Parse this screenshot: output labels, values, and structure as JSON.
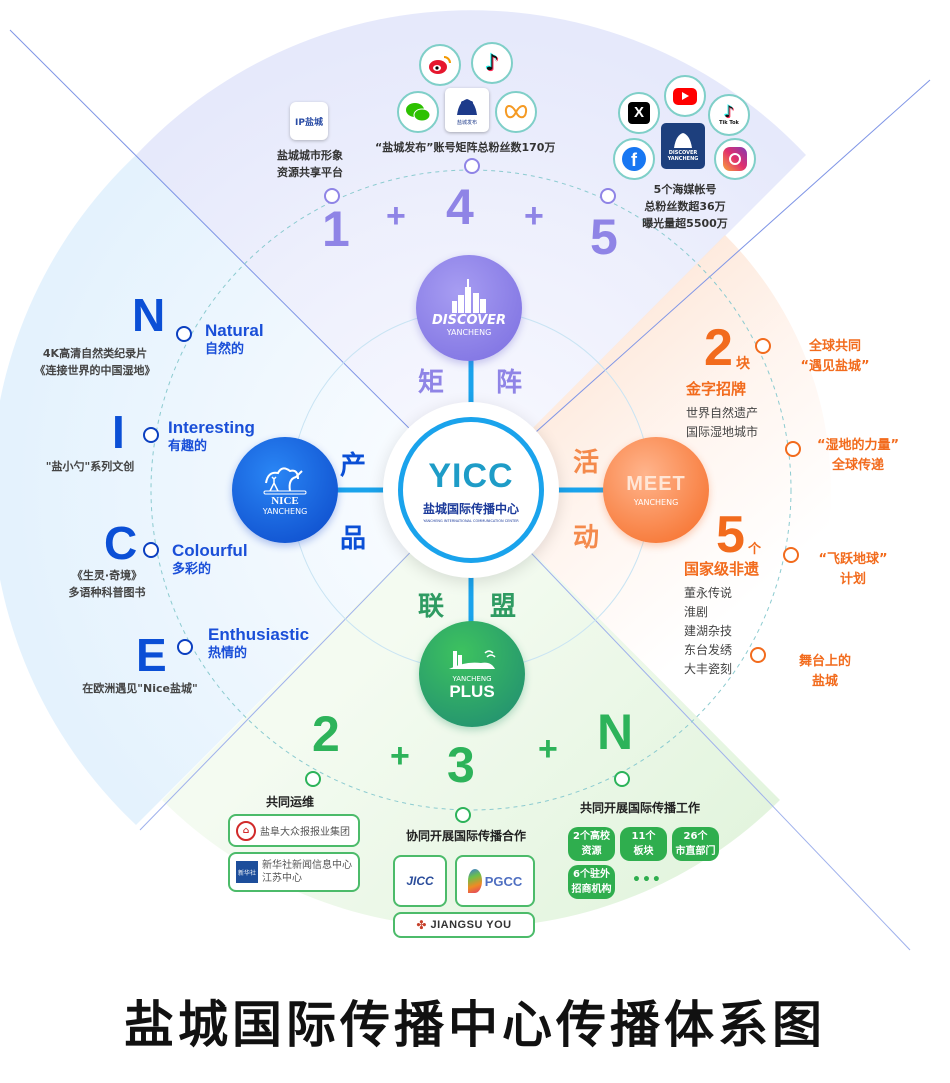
{
  "title": "盐城国际传播中心传播体系图",
  "center": {
    "logo": "YICC",
    "name_cn": "盐城国际传播中心",
    "name_en": "YANCHENG INTERNATIONAL COMMUNICATION CENTER"
  },
  "colors": {
    "matrix": "#8f84e6",
    "product": "#0b4fd6",
    "activity": "#f26b1d",
    "alliance": "#2db35a",
    "connector": "#1aa3ec"
  },
  "matrix": {
    "label_left": "矩",
    "label_right": "阵",
    "hub": {
      "line1": "DISCOVER",
      "line2": "YANCHENG"
    },
    "numbers": [
      "1",
      "+",
      "4",
      "+",
      "5"
    ],
    "item1": {
      "icon": "IP盐城",
      "text_line1": "盐城城市形象",
      "text_line2": "资源共享平台"
    },
    "item4": {
      "icons": [
        "weibo-icon",
        "douyin-icon",
        "wechat-icon",
        "yancheng-release-icon",
        "miniapp-icon"
      ],
      "center_icon_label": "盐城发布",
      "text": "“盐城发布”账号矩阵总粉丝数170万"
    },
    "item5": {
      "icons": [
        "x-icon",
        "youtube-icon",
        "tiktok-icon",
        "facebook-icon",
        "discover-yancheng-icon",
        "instagram-icon"
      ],
      "tiktok_label": "Tik Tok",
      "center_icon_label_1": "DISCOVER",
      "center_icon_label_2": "YANCHENG",
      "text_line1": "5个海媒帐号",
      "text_line2": "总粉丝数超36万",
      "text_line3": "曝光量超5500万"
    }
  },
  "product": {
    "label_top": "产",
    "label_bottom": "品",
    "hub": {
      "line1": "NICE",
      "line2": "YANCHENG"
    },
    "items": [
      {
        "letter": "N",
        "en": "Natural",
        "cn": "自然的",
        "desc_line1": "4K高清自然类纪录片",
        "desc_line2": "《连接世界的中国湿地》"
      },
      {
        "letter": "I",
        "en": "Interesting",
        "cn": "有趣的",
        "desc_line1": "\"盐小勺\"系列文创",
        "desc_line2": ""
      },
      {
        "letter": "C",
        "en": "Colourful",
        "cn": "多彩的",
        "desc_line1": "《生灵·奇境》",
        "desc_line2": "多语种科普图书"
      },
      {
        "letter": "E",
        "en": "Enthusiastic",
        "cn": "热情的",
        "desc_line1": "在欧洲遇见\"Nice盐城\"",
        "desc_line2": ""
      }
    ]
  },
  "activity": {
    "label_top": "活",
    "label_bottom": "动",
    "hub": {
      "line1": "MEET",
      "line2": "YANCHENG"
    },
    "block1": {
      "number": "2",
      "unit": "块",
      "title": "金字招牌",
      "items": [
        "世界自然遗产",
        "国际湿地城市"
      ]
    },
    "block2": {
      "number": "5",
      "unit": "个",
      "title": "国家级非遗",
      "items": [
        "董永传说",
        "淮剧",
        "建湖杂技",
        "东台发绣",
        "大丰瓷刻"
      ]
    },
    "events": [
      {
        "line1": "全球共同",
        "line2": "“遇见盐城”"
      },
      {
        "line1": "“湿地的力量”",
        "line2": "全球传递"
      },
      {
        "line1": "“飞跃地球”",
        "line2": "计划"
      },
      {
        "line1": "舞台上的",
        "line2": "盐城"
      }
    ]
  },
  "alliance": {
    "label_left": "联",
    "label_right": "盟",
    "hub": {
      "line1": "YANCHENG",
      "line2": "PLUS"
    },
    "numbers": [
      "2",
      "+",
      "3",
      "+",
      "N"
    ],
    "group2": {
      "title": "共同运维",
      "partners": [
        {
          "name": "盐阜大众报报业集团"
        },
        {
          "name_line1": "新华社新闻信息中心",
          "name_line2": "江苏中心",
          "badge": "新华社"
        }
      ]
    },
    "group3": {
      "title": "协同开展国际传播合作",
      "partners": [
        "JICC",
        "PGCC",
        "JIANGSU YOU"
      ]
    },
    "groupN": {
      "title": "共同开展国际传播工作",
      "pills": [
        {
          "line1": "2个高校",
          "line2": "资源"
        },
        {
          "line1": "11个",
          "line2": "板块"
        },
        {
          "line1": "26个",
          "line2": "市直部门"
        },
        {
          "line1": "6个驻外",
          "line2": "招商机构"
        }
      ],
      "more": "•••"
    }
  }
}
